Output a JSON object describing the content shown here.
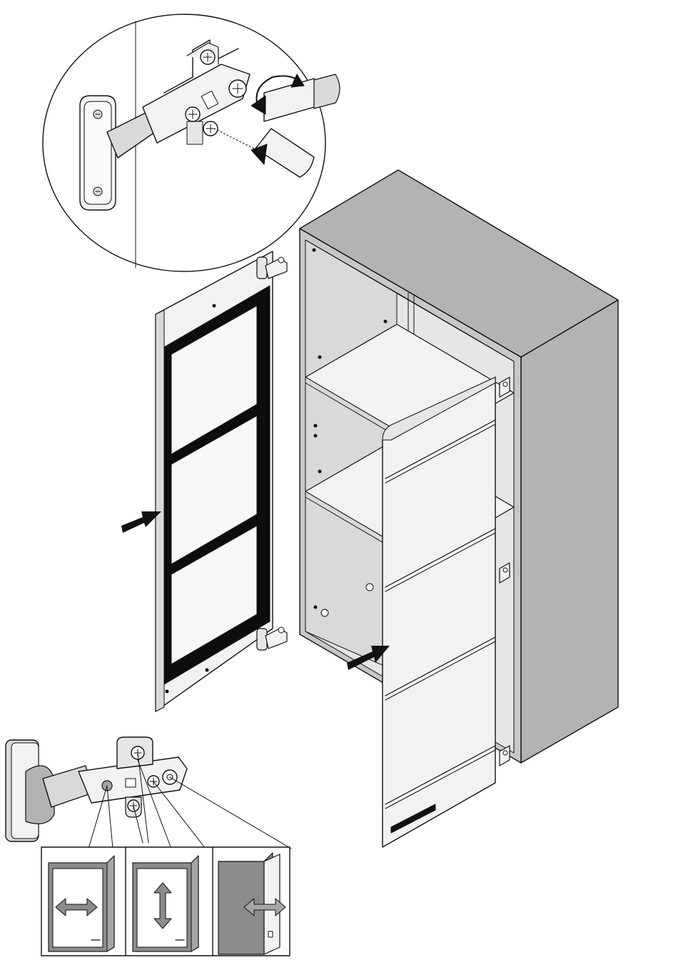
{
  "diagram": {
    "kind": "assembly-instruction",
    "colors": {
      "line": "#111111",
      "panel_light": "#f2f2f2",
      "panel_mid": "#d9d9d9",
      "panel_dark": "#a6a6a6",
      "cabinet": "#b3b3b3",
      "cabinet_side": "#c7c7c7",
      "frame_black": "#0d0d0d",
      "glass": "#f7f7f7",
      "adjust_arrow": "#8c8c8c",
      "arrow": "#111111"
    },
    "icons": [
      "hinge-detail-magnifier-icon",
      "screwdriver-icon",
      "rotation-arrow-icon",
      "glass-door-icon",
      "cabinet-icon",
      "solid-door-icon",
      "hinge-icon",
      "insert-arrow-icon",
      "adjust-horizontal-icon",
      "adjust-vertical-icon",
      "adjust-depth-icon"
    ],
    "adjustments": [
      {
        "direction": "horizontal",
        "icon": "adjust-horizontal-icon"
      },
      {
        "direction": "vertical",
        "icon": "adjust-vertical-icon"
      },
      {
        "direction": "depth",
        "icon": "adjust-depth-icon"
      }
    ]
  }
}
